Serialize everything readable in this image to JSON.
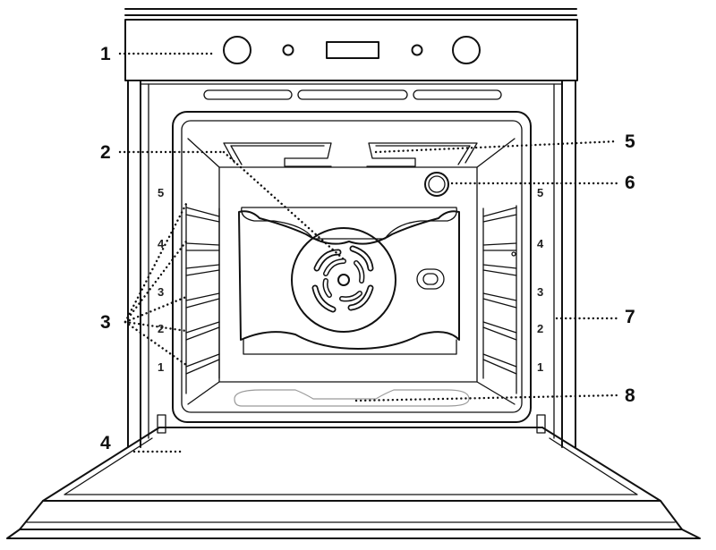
{
  "callouts": [
    "1",
    "2",
    "3",
    "4",
    "5",
    "6",
    "7",
    "8"
  ],
  "shelf_levels": [
    "5",
    "4",
    "3",
    "2",
    "1"
  ]
}
